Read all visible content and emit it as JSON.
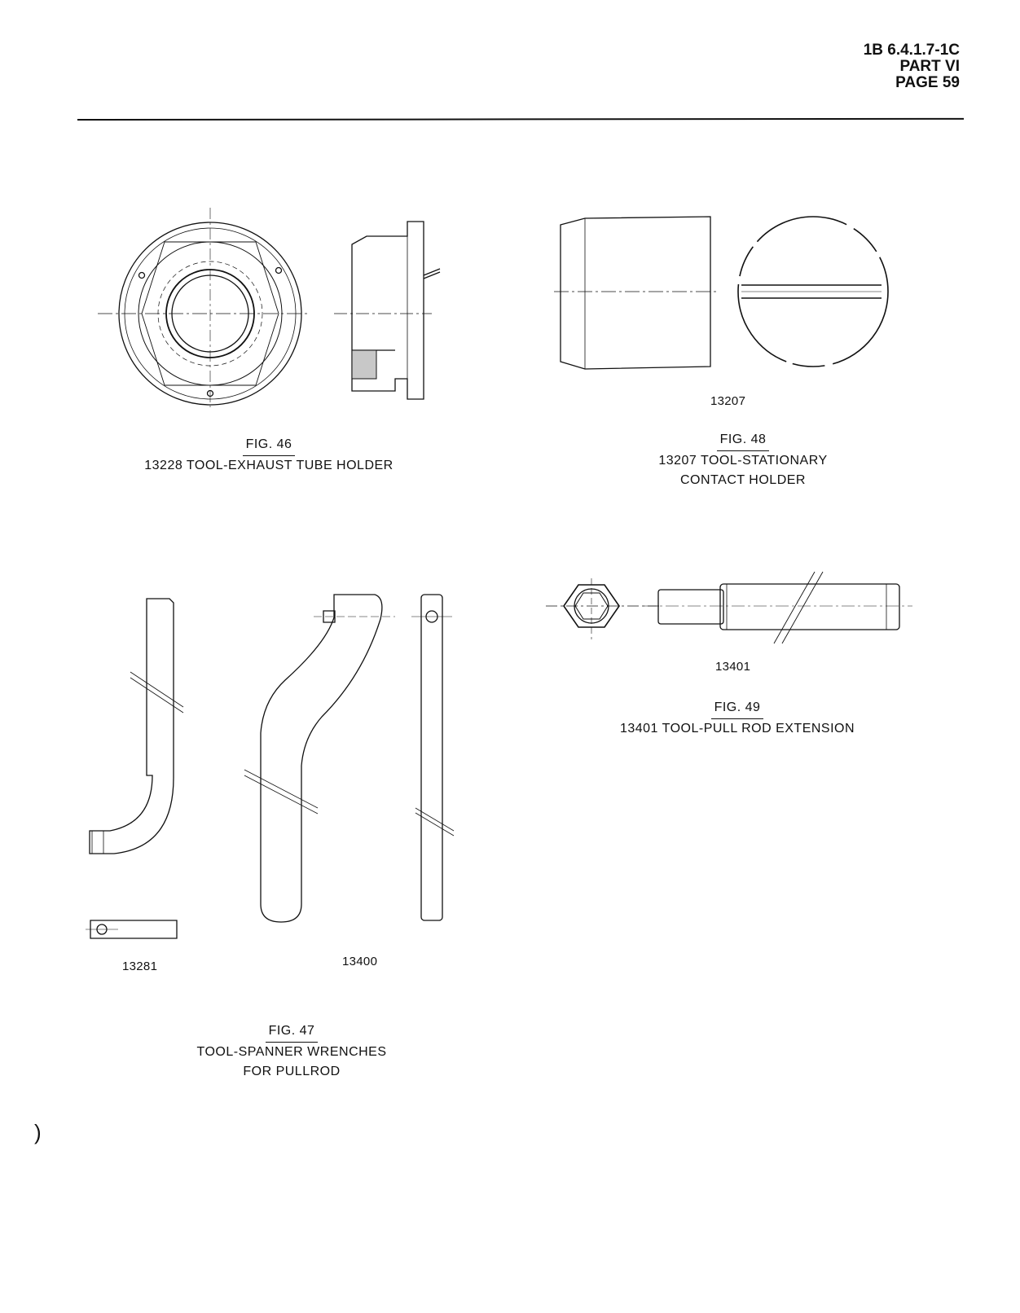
{
  "header": {
    "doc_number": "1B 6.4.1.7-1C",
    "part": "PART VI",
    "page": "PAGE 59"
  },
  "figures": {
    "fig46": {
      "label": "FIG. 46",
      "caption": "13228 TOOL-EXHAUST TUBE HOLDER"
    },
    "fig47": {
      "label": "FIG. 47",
      "caption_line1": "TOOL-SPANNER WRENCHES",
      "caption_line2": "FOR PULLROD",
      "part_a": "13281",
      "part_b": "13400"
    },
    "fig48": {
      "label": "FIG. 48",
      "caption_line1": "13207 TOOL-STATIONARY",
      "caption_line2": "CONTACT HOLDER",
      "part": "13207"
    },
    "fig49": {
      "label": "FIG. 49",
      "caption": "13401 TOOL-PULL ROD EXTENSION",
      "part": "13401"
    }
  },
  "margin_mark": ")"
}
